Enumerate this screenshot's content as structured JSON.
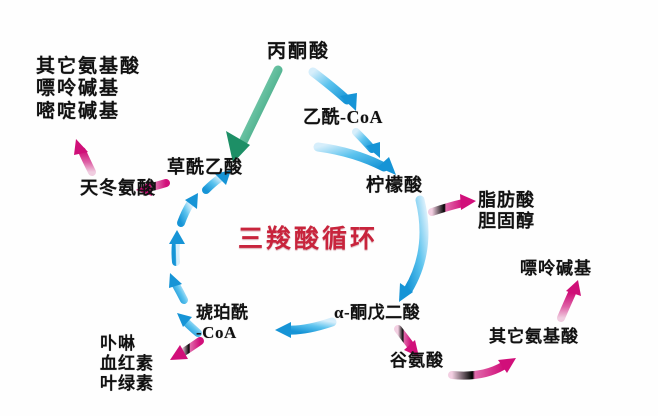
{
  "diagram": {
    "title": "三羧酸循环",
    "center_label": "三羧酸循环",
    "colors": {
      "title_red": "#c8243c",
      "cycle_blue": "#2aa8e0",
      "inflow_green": "#2fa87a",
      "outflow_pink": "#d6217e",
      "text_black": "#111111",
      "background": "#ffffff"
    },
    "nodes": [
      {
        "id": "pyruvate",
        "label": "丙酮酸",
        "lines": [
          "丙酮酸"
        ]
      },
      {
        "id": "acetyl_coa",
        "label": "乙酰-CoA",
        "lines": [
          "乙酰-CoA"
        ]
      },
      {
        "id": "oxaloacetate",
        "label": "草酰乙酸",
        "lines": [
          "草酰乙酸"
        ]
      },
      {
        "id": "citrate",
        "label": "柠檬酸",
        "lines": [
          "柠檬酸"
        ]
      },
      {
        "id": "alpha_ketoglutarate",
        "label": "α-酮戊二酸",
        "lines": [
          "α-酮戊二酸"
        ]
      },
      {
        "id": "succinyl_coa",
        "label": "琥珀酰-CoA",
        "lines": [
          "琥珀酰",
          "-CoA"
        ]
      },
      {
        "id": "aspartate",
        "label": "天冬氨酸",
        "lines": [
          "天冬氨酸"
        ]
      },
      {
        "id": "glutamate",
        "label": "谷氨酸",
        "lines": [
          "谷氨酸"
        ]
      },
      {
        "id": "other_amino_acids_top",
        "label": "其它氨基酸 嘌呤碱基 嘧啶碱基",
        "lines": [
          "其它氨基酸",
          "嘌呤碱基",
          "嘧啶碱基"
        ]
      },
      {
        "id": "fatty_acid_cholesterol",
        "label": "脂肪酸 胆固醇",
        "lines": [
          "脂肪酸",
          "胆固醇"
        ]
      },
      {
        "id": "purine_base_right",
        "label": "嘌呤碱基",
        "lines": [
          "嘌呤碱基"
        ]
      },
      {
        "id": "other_amino_acids_right",
        "label": "其它氨基酸",
        "lines": [
          "其它氨基酸"
        ]
      },
      {
        "id": "porphyrin_heme_chlorophyll",
        "label": "卟啉 血红素 叶绿素",
        "lines": [
          "卟啉",
          "血红素",
          "叶绿素"
        ]
      }
    ],
    "labels": {
      "other_aa_purine_pyrimidine_l1": "其它氨基酸",
      "other_aa_purine_pyrimidine_l2": "嘌呤碱基",
      "other_aa_purine_pyrimidine_l3": "嘧啶碱基",
      "aspartate": "天冬氨酸",
      "pyruvate": "丙酮酸",
      "acetyl_coa": "乙酰-CoA",
      "oxaloacetate": "草酰乙酸",
      "citrate": "柠檬酸",
      "fatty_acid": "脂肪酸",
      "cholesterol": "胆固醇",
      "purine_base_right": "嘌呤碱基",
      "succinyl_coa_l1": "琥珀酰",
      "succinyl_coa_l2": "-CoA",
      "alpha_ketoglutarate": "α-酮戊二酸",
      "glutamate": "谷氨酸",
      "other_amino_acids_right": "其它氨基酸",
      "porphyrin": "卟啉",
      "heme": "血红素",
      "chlorophyll": "叶绿素"
    },
    "arrows": [
      {
        "id": "pyruvate-to-oxaloacetate",
        "color": "green",
        "from": "丙酮酸",
        "to": "草酰乙酸"
      },
      {
        "id": "pyruvate-to-acetyl-coa",
        "color": "blue",
        "from": "丙酮酸",
        "to": "乙酰-CoA"
      },
      {
        "id": "acetyl-coa-to-citrate",
        "color": "blue",
        "from": "乙酰-CoA",
        "to": "柠檬酸"
      },
      {
        "id": "oxaloacetate-to-citrate",
        "color": "blue",
        "from": "草酰乙酸",
        "to": "柠檬酸"
      },
      {
        "id": "citrate-to-alpha-kg",
        "color": "blue",
        "from": "柠檬酸",
        "to": "α-酮戊二酸"
      },
      {
        "id": "alpha-kg-to-succinyl-coa",
        "color": "blue",
        "from": "α-酮戊二酸",
        "to": "琥珀酰-CoA"
      },
      {
        "id": "succinyl-coa-to-oxaloacetate",
        "color": "blue",
        "from": "琥珀酰-CoA",
        "to": "草酰乙酸"
      },
      {
        "id": "oxaloacetate-to-aspartate",
        "color": "pink",
        "from": "草酰乙酸",
        "to": "天冬氨酸"
      },
      {
        "id": "aspartate-to-other-aa",
        "color": "pink",
        "from": "天冬氨酸",
        "to": "其它氨基酸"
      },
      {
        "id": "citrate-to-fatty-acid",
        "color": "pink",
        "from": "柠檬酸",
        "to": "脂肪酸 胆固醇"
      },
      {
        "id": "alpha-kg-to-glutamate",
        "color": "pink",
        "from": "α-酮戊二酸",
        "to": "谷氨酸"
      },
      {
        "id": "glutamate-to-other-aa",
        "color": "pink",
        "from": "谷氨酸",
        "to": "其它氨基酸"
      },
      {
        "id": "other-aa-to-purine",
        "color": "pink",
        "from": "其它氨基酸",
        "to": "嘌呤碱基"
      },
      {
        "id": "succinyl-coa-to-porphyrin",
        "color": "pink",
        "from": "琥珀酰-CoA",
        "to": "卟啉 血红素 叶绿素"
      }
    ]
  }
}
